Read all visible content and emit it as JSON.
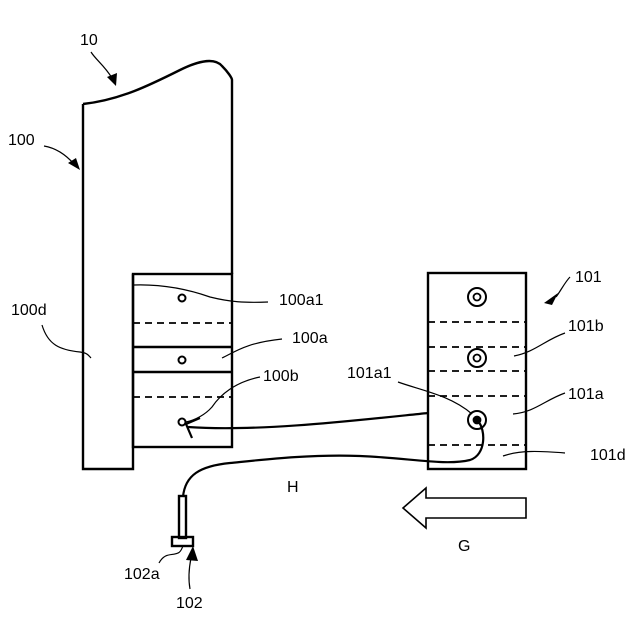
{
  "diagram": {
    "type": "patent-figure",
    "labels": {
      "device": "10",
      "body": "100",
      "body_side": "100d",
      "body_terminal_hole": "100a1",
      "body_terminal_block": "100a",
      "body_port": "100b",
      "accessory": "101",
      "accessory_block_b": "101b",
      "accessory_terminal": "101a1",
      "accessory_block_a": "101a",
      "accessory_side": "101d",
      "cable_path": "H",
      "direction": "G",
      "connector": "102",
      "connector_tip": "102a"
    },
    "colors": {
      "line": "#000000",
      "background": "#ffffff"
    }
  }
}
